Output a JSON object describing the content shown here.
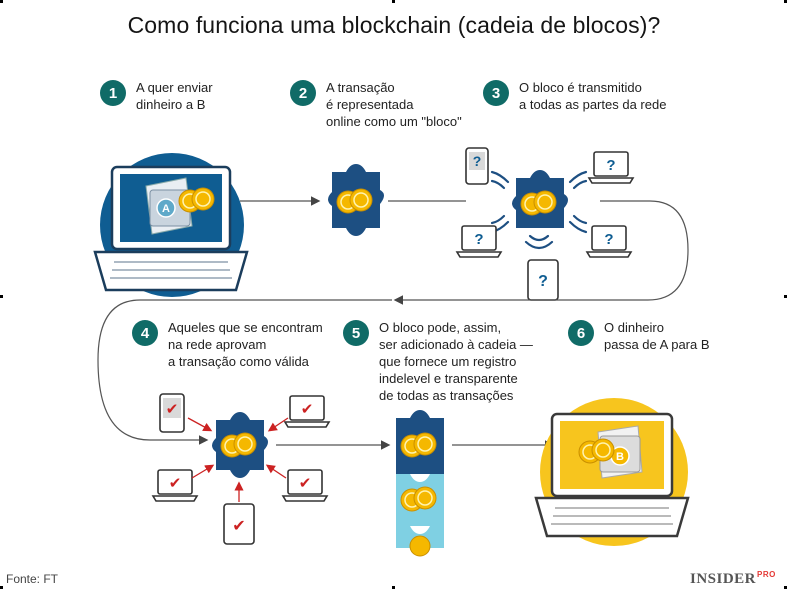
{
  "title": "Como funciona uma blockchain (cadeia de blocos)?",
  "steps": [
    {
      "num": "1",
      "lines": [
        "A quer enviar",
        "dinheiro a B"
      ]
    },
    {
      "num": "2",
      "lines": [
        "A transação",
        "é representada",
        "online como um \"bloco\""
      ]
    },
    {
      "num": "3",
      "lines": [
        "O bloco é transmitido",
        "a todas as partes da rede"
      ]
    },
    {
      "num": "4",
      "lines": [
        "Aqueles que se encontram",
        "na rede aprovam",
        "a transação como válida"
      ]
    },
    {
      "num": "5",
      "lines": [
        "O bloco pode, assim,",
        "ser adicionado à cadeia —",
        "que fornece um registro",
        "indelevel e transparente",
        "de todas as transações"
      ]
    },
    {
      "num": "6",
      "lines": [
        "O dinheiro",
        "passa de A para B"
      ]
    }
  ],
  "wallet_labels": {
    "sender": "A",
    "receiver": "B"
  },
  "device_glyphs": {
    "unknown": "?",
    "approved": "✔"
  },
  "footer": {
    "source": "Fonte: FT",
    "brand": "INSIDER",
    "brand_sup": "PRO"
  },
  "colors": {
    "teal": "#106b67",
    "navy": "#0f5d92",
    "yellow": "#f7c51e",
    "coin": "#f5b800",
    "block_blue": "#1d4f82",
    "block_light": "#7fd0e3",
    "check_red": "#cc2222",
    "line": "#555555"
  }
}
